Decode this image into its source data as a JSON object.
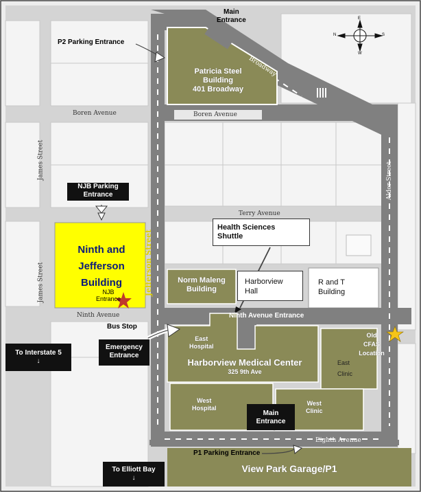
{
  "compass": {
    "n": "N",
    "s": "S",
    "e": "E",
    "w": "W"
  },
  "streets": {
    "boren_left": "Boren Avenue",
    "boren_center": "Boren Avenue",
    "broadway": "Broadway",
    "james_top": "James Street",
    "james_bottom": "James Street",
    "terry": "Terry Avenue",
    "alder": "Alder Street",
    "ninth_left": "Ninth Avenue",
    "eighth": "Eighth Avenue",
    "jefferson": "Jefferson Street"
  },
  "labels": {
    "main_entrance": "Main\nEntrance",
    "p2_parking": "P2 Parking Entrance",
    "patricia_steel": "Patricia Steel\nBuilding\n401 Broadway",
    "njb_parking": "NJB Parking\nEntrance",
    "ninth_jefferson": "Ninth and\nJefferson\nBuilding",
    "njb_entrance": "NJB\nEntrance",
    "hs_shuttle": "Health Sciences\nShuttle",
    "norm_maleng": "Norm Maleng\nBuilding",
    "harborview_hall": "Harborview\nHall",
    "r_and_t": "R and T\nBuilding",
    "ninth_entrance": "Ninth Avenue Entrance",
    "bus_stop": "Bus Stop",
    "emergency_entrance": "Emergency\nEntrance",
    "to_i5": "To Interstate 5\n↓",
    "east_hospital": "East\nHospital",
    "hmc": "Harborview Medical Center",
    "hmc_addr": "325 9th Ave",
    "east_clinic": "East\nClinic",
    "old_cfas": "Old\nCFAS\nLocation",
    "west_hospital": "West\nHospital",
    "main_entrance_hmc": "Main\nEntrance",
    "west_clinic": "West\nClinic",
    "p1_parking": "P1 Parking Entrance",
    "to_elliott": "To Elliott Bay\n↓",
    "view_park": "View Park Garage/P1"
  },
  "colors": {
    "road": "#808080",
    "block": "#e4e4e4",
    "building": "#8a8a57",
    "highlight": "#ffff00",
    "star_red": "#c0392b",
    "star_yellow": "#f5c518"
  }
}
